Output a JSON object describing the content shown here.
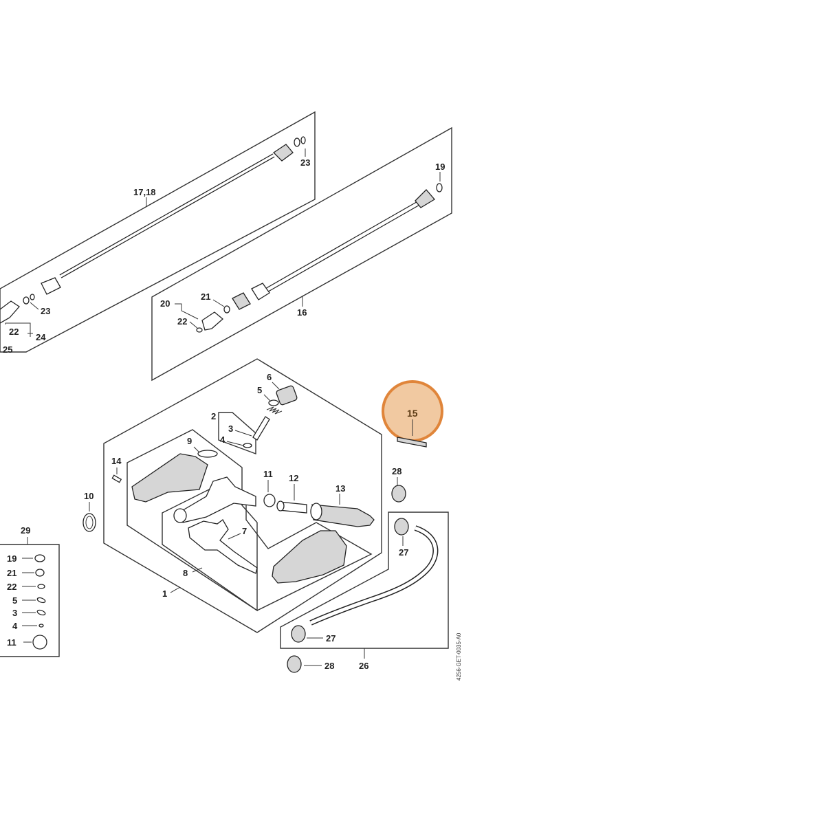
{
  "diagram": {
    "drawing_code": "4256-GET-0035-A0",
    "highlight": {
      "label": "15",
      "fill": "#f1c9a1",
      "stroke": "#e0853a"
    },
    "labels": {
      "p17_18": "17,18",
      "p23_top": "23",
      "p23_left": "23",
      "p22_left": "22",
      "p24": "24",
      "p25": "25",
      "p19_top": "19",
      "p16": "16",
      "p20": "20",
      "p21_mid": "21",
      "p22_mid": "22",
      "p6": "6",
      "p5": "5",
      "p2": "2",
      "p3": "3",
      "p4": "4",
      "p9": "9",
      "p14": "14",
      "p10": "10",
      "p11": "11",
      "p12": "12",
      "p13": "13",
      "p7": "7",
      "p8": "8",
      "p1": "1",
      "p28_top": "28",
      "p27_top": "27",
      "p27_bottom": "27",
      "p28_bottom": "28",
      "p26": "26",
      "p29": "29"
    },
    "kit29": [
      "19",
      "21",
      "22",
      "5",
      "3",
      "4",
      "11"
    ]
  }
}
